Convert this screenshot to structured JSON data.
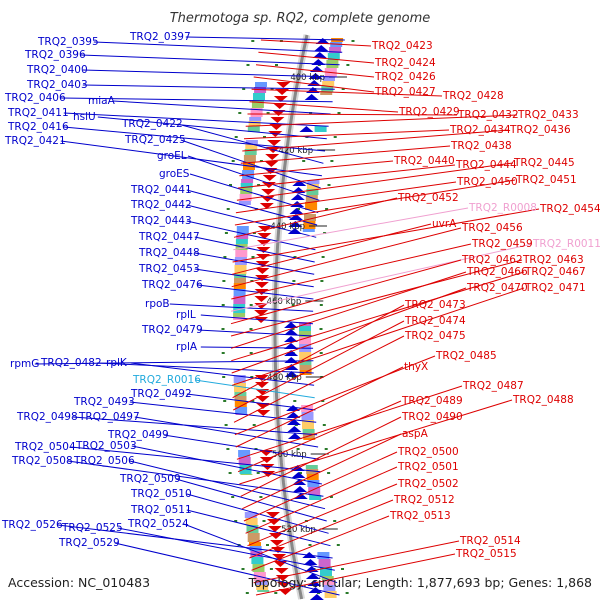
{
  "title": "Thermotoga sp. RQ2, complete genome",
  "footer": {
    "accession": "Accession: NC_010483",
    "summary": "Topology: circular; Length: 1,877,693 bp; Genes: 1,868"
  },
  "colors": {
    "left_strand": "#0000cc",
    "right_strand": "#dd0000",
    "rna_pink": "#f0a0d0",
    "rna_cyan": "#22aadd",
    "backbone": "#888888",
    "tick_green": "#2a7a2a"
  },
  "ticks": [
    {
      "label": "400 kbp",
      "kbp": 400
    },
    {
      "label": "420 kbp",
      "kbp": 420
    },
    {
      "label": "440 kbp",
      "kbp": 440
    },
    {
      "label": "460 kbp",
      "kbp": 460
    },
    {
      "label": "480 kbp",
      "kbp": 480
    },
    {
      "label": "500 kbp",
      "kbp": 500
    },
    {
      "label": "520 kbp",
      "kbp": 520
    }
  ],
  "left_labels": [
    {
      "text": "TRQ2_0397",
      "kind": "cds"
    },
    {
      "text": "TRQ2_0395",
      "kind": "cds"
    },
    {
      "text": "TRQ2_0396",
      "kind": "cds"
    },
    {
      "text": "TRQ2_0400",
      "kind": "cds"
    },
    {
      "text": "TRQ2_0403",
      "kind": "cds"
    },
    {
      "text": "TRQ2_0406",
      "kind": "cds"
    },
    {
      "text": "miaA",
      "kind": "cds"
    },
    {
      "text": "TRQ2_0411",
      "kind": "cds"
    },
    {
      "text": "hslU",
      "kind": "cds"
    },
    {
      "text": "TRQ2_0416",
      "kind": "cds"
    },
    {
      "text": "TRQ2_0422",
      "kind": "cds"
    },
    {
      "text": "TRQ2_0421",
      "kind": "cds"
    },
    {
      "text": "TRQ2_0425",
      "kind": "cds"
    },
    {
      "text": "groEL",
      "kind": "cds"
    },
    {
      "text": "groES",
      "kind": "cds"
    },
    {
      "text": "TRQ2_0441",
      "kind": "cds"
    },
    {
      "text": "TRQ2_0442",
      "kind": "cds"
    },
    {
      "text": "TRQ2_0443",
      "kind": "cds"
    },
    {
      "text": "TRQ2_0447",
      "kind": "cds"
    },
    {
      "text": "TRQ2_0448",
      "kind": "cds"
    },
    {
      "text": "TRQ2_0453",
      "kind": "cds"
    },
    {
      "text": "TRQ2_0476",
      "kind": "cds"
    },
    {
      "text": "rpoB",
      "kind": "cds"
    },
    {
      "text": "rplL",
      "kind": "cds"
    },
    {
      "text": "TRQ2_0479",
      "kind": "cds"
    },
    {
      "text": "rplA",
      "kind": "cds"
    },
    {
      "text": "rpmG",
      "kind": "cds"
    },
    {
      "text": "TRQ2_0482",
      "kind": "cds"
    },
    {
      "text": "rplK",
      "kind": "cds"
    },
    {
      "text": "TRQ2_R0016",
      "kind": "trna"
    },
    {
      "text": "TRQ2_0492",
      "kind": "cds"
    },
    {
      "text": "TRQ2_0493",
      "kind": "cds"
    },
    {
      "text": "TRQ2_0498",
      "kind": "cds"
    },
    {
      "text": "TRQ2_0497",
      "kind": "cds"
    },
    {
      "text": "TRQ2_0499",
      "kind": "cds"
    },
    {
      "text": "TRQ2_0504",
      "kind": "cds"
    },
    {
      "text": "TRQ2_0503",
      "kind": "cds"
    },
    {
      "text": "TRQ2_0508",
      "kind": "cds"
    },
    {
      "text": "TRQ2_0506",
      "kind": "cds"
    },
    {
      "text": "TRQ2_0509",
      "kind": "cds"
    },
    {
      "text": "TRQ2_0510",
      "kind": "cds"
    },
    {
      "text": "TRQ2_0511",
      "kind": "cds"
    },
    {
      "text": "TRQ2_0526",
      "kind": "cds"
    },
    {
      "text": "TRQ2_0525",
      "kind": "cds"
    },
    {
      "text": "TRQ2_0524",
      "kind": "cds"
    },
    {
      "text": "TRQ2_0529",
      "kind": "cds"
    }
  ],
  "right_labels": [
    {
      "text": "TRQ2_0423",
      "kind": "cds"
    },
    {
      "text": "TRQ2_0424",
      "kind": "cds"
    },
    {
      "text": "TRQ2_0426",
      "kind": "cds"
    },
    {
      "text": "TRQ2_0427",
      "kind": "cds"
    },
    {
      "text": "TRQ2_0428",
      "kind": "cds"
    },
    {
      "text": "TRQ2_0429",
      "kind": "cds"
    },
    {
      "text": "TRQ2_0432",
      "kind": "cds"
    },
    {
      "text": "TRQ2_0433",
      "kind": "cds"
    },
    {
      "text": "TRQ2_0434",
      "kind": "cds"
    },
    {
      "text": "TRQ2_0436",
      "kind": "cds"
    },
    {
      "text": "TRQ2_0438",
      "kind": "cds"
    },
    {
      "text": "TRQ2_0440",
      "kind": "cds"
    },
    {
      "text": "TRQ2_0444",
      "kind": "cds"
    },
    {
      "text": "TRQ2_0445",
      "kind": "cds"
    },
    {
      "text": "TRQ2_0450",
      "kind": "cds"
    },
    {
      "text": "TRQ2_0451",
      "kind": "cds"
    },
    {
      "text": "TRQ2_0452",
      "kind": "cds"
    },
    {
      "text": "TRQ2_R0008",
      "kind": "rrna"
    },
    {
      "text": "TRQ2_0454",
      "kind": "cds"
    },
    {
      "text": "uvrA",
      "kind": "cds"
    },
    {
      "text": "TRQ2_0456",
      "kind": "cds"
    },
    {
      "text": "TRQ2_0459",
      "kind": "cds"
    },
    {
      "text": "TRQ2_R0011",
      "kind": "rrna"
    },
    {
      "text": "TRQ2_0462",
      "kind": "cds"
    },
    {
      "text": "TRQ2_0463",
      "kind": "cds"
    },
    {
      "text": "TRQ2_0466",
      "kind": "cds"
    },
    {
      "text": "TRQ2_0467",
      "kind": "cds"
    },
    {
      "text": "TRQ2_0470",
      "kind": "cds"
    },
    {
      "text": "TRQ2_0471",
      "kind": "cds"
    },
    {
      "text": "TRQ2_0473",
      "kind": "cds"
    },
    {
      "text": "TRQ2_0474",
      "kind": "cds"
    },
    {
      "text": "TRQ2_0475",
      "kind": "cds"
    },
    {
      "text": "TRQ2_0485",
      "kind": "cds"
    },
    {
      "text": "thyX",
      "kind": "cds"
    },
    {
      "text": "TRQ2_0487",
      "kind": "cds"
    },
    {
      "text": "TRQ2_0489",
      "kind": "cds"
    },
    {
      "text": "TRQ2_0488",
      "kind": "cds"
    },
    {
      "text": "TRQ2_0490",
      "kind": "cds"
    },
    {
      "text": "aspA",
      "kind": "cds"
    },
    {
      "text": "TRQ2_0500",
      "kind": "cds"
    },
    {
      "text": "TRQ2_0501",
      "kind": "cds"
    },
    {
      "text": "TRQ2_0502",
      "kind": "cds"
    },
    {
      "text": "TRQ2_0512",
      "kind": "cds"
    },
    {
      "text": "TRQ2_0513",
      "kind": "cds"
    },
    {
      "text": "TRQ2_0514",
      "kind": "cds"
    },
    {
      "text": "TRQ2_0515",
      "kind": "cds"
    }
  ]
}
